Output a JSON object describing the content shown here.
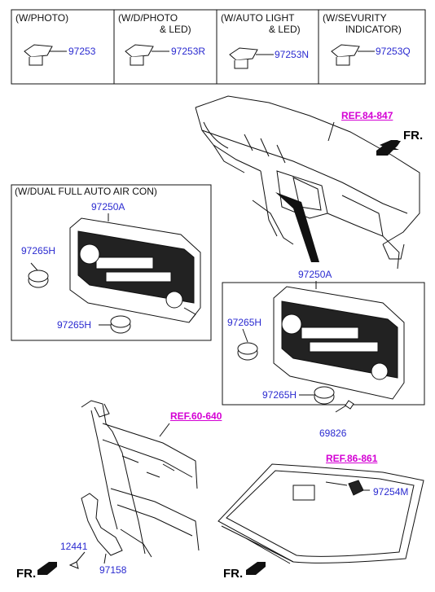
{
  "colors": {
    "part_number": "#2a2ad0",
    "reference": "#d400d4",
    "line": "#111111"
  },
  "switch_table": [
    {
      "header_line1": "(W/PHOTO)",
      "header_line2": "",
      "part": "97253"
    },
    {
      "header_line1": "(W/D/PHOTO",
      "header_line2": "& LED)",
      "part": "97253R"
    },
    {
      "header_line1": "(W/AUTO LIGHT",
      "header_line2": "& LED)",
      "part": "97253N"
    },
    {
      "header_line1": "(W/SEVURITY",
      "header_line2": "INDICATOR)",
      "part": "97253Q"
    }
  ],
  "dual_box": {
    "title": "(W/DUAL FULL AUTO AIR CON)",
    "assembly": "97250A",
    "knob_top": "97265H",
    "knob_bottom": "97265H"
  },
  "single_box": {
    "assembly": "97250A",
    "knob_top": "97265H",
    "knob_bottom": "97265H",
    "screw": "69826"
  },
  "refs": {
    "dash": "REF.84-847",
    "frame": "REF.60-640",
    "glass": "REF.86-861"
  },
  "parts": {
    "sensor": "97254M",
    "screw": "12441",
    "bracket": "97158"
  },
  "direction": {
    "top": "FR.",
    "bottom_left": "FR.",
    "bottom_mid": "FR."
  }
}
